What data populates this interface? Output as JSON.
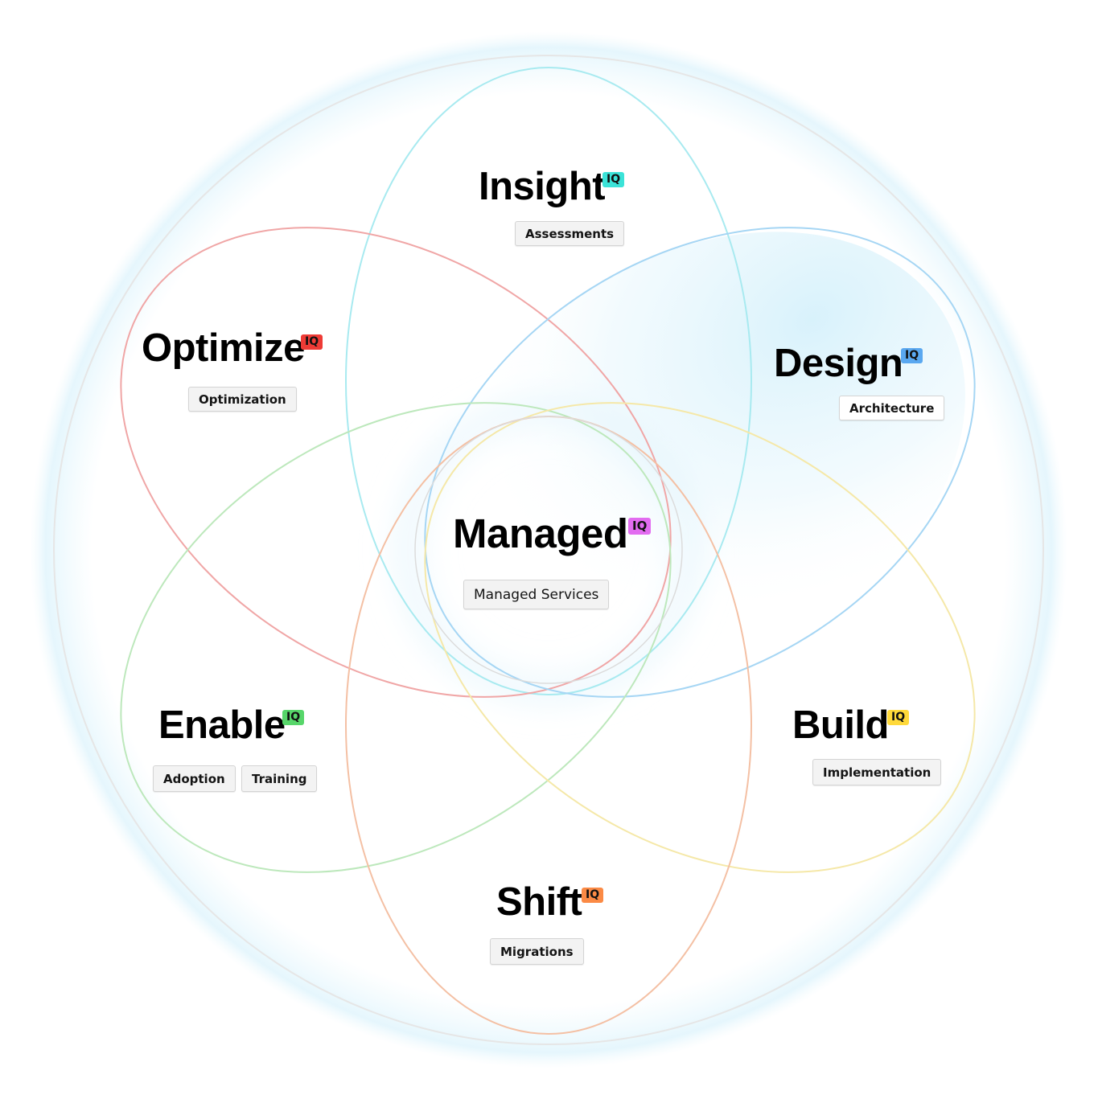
{
  "nodes": {
    "insight": {
      "title": "Insight",
      "badge": "IQ",
      "badge_color": "#3be3d8",
      "tags": [
        "Assessments"
      ]
    },
    "optimize": {
      "title": "Optimize",
      "badge": "IQ",
      "badge_color": "#ee3b36",
      "tags": [
        "Optimization"
      ]
    },
    "design": {
      "title": "Design",
      "badge": "IQ",
      "badge_color": "#5aa8f0",
      "tags": [
        "Architecture"
      ]
    },
    "managed": {
      "title": "Managed",
      "badge": "IQ",
      "badge_color": "#e26cf0",
      "tags": [
        "Managed Services"
      ]
    },
    "enable": {
      "title": "Enable",
      "badge": "IQ",
      "badge_color": "#57d66a",
      "tags": [
        "Adoption",
        "Training"
      ]
    },
    "build": {
      "title": "Build",
      "badge": "IQ",
      "badge_color": "#ffd93a",
      "tags": [
        "Implementation"
      ]
    },
    "shift": {
      "title": "Shift",
      "badge": "IQ",
      "badge_color": "#fb8a45",
      "tags": [
        "Migrations"
      ]
    }
  },
  "colors": {
    "outer_ring": "#e6e6e6",
    "insight_stroke": "#a8eaf0",
    "optimize_stroke": "#f0a6a6",
    "design_stroke": "#a6d6f4",
    "enable_stroke": "#bde8bc",
    "build_stroke": "#f5e8a8",
    "shift_stroke": "#f4c0a4",
    "managed_stroke": "#dcdcdc"
  }
}
